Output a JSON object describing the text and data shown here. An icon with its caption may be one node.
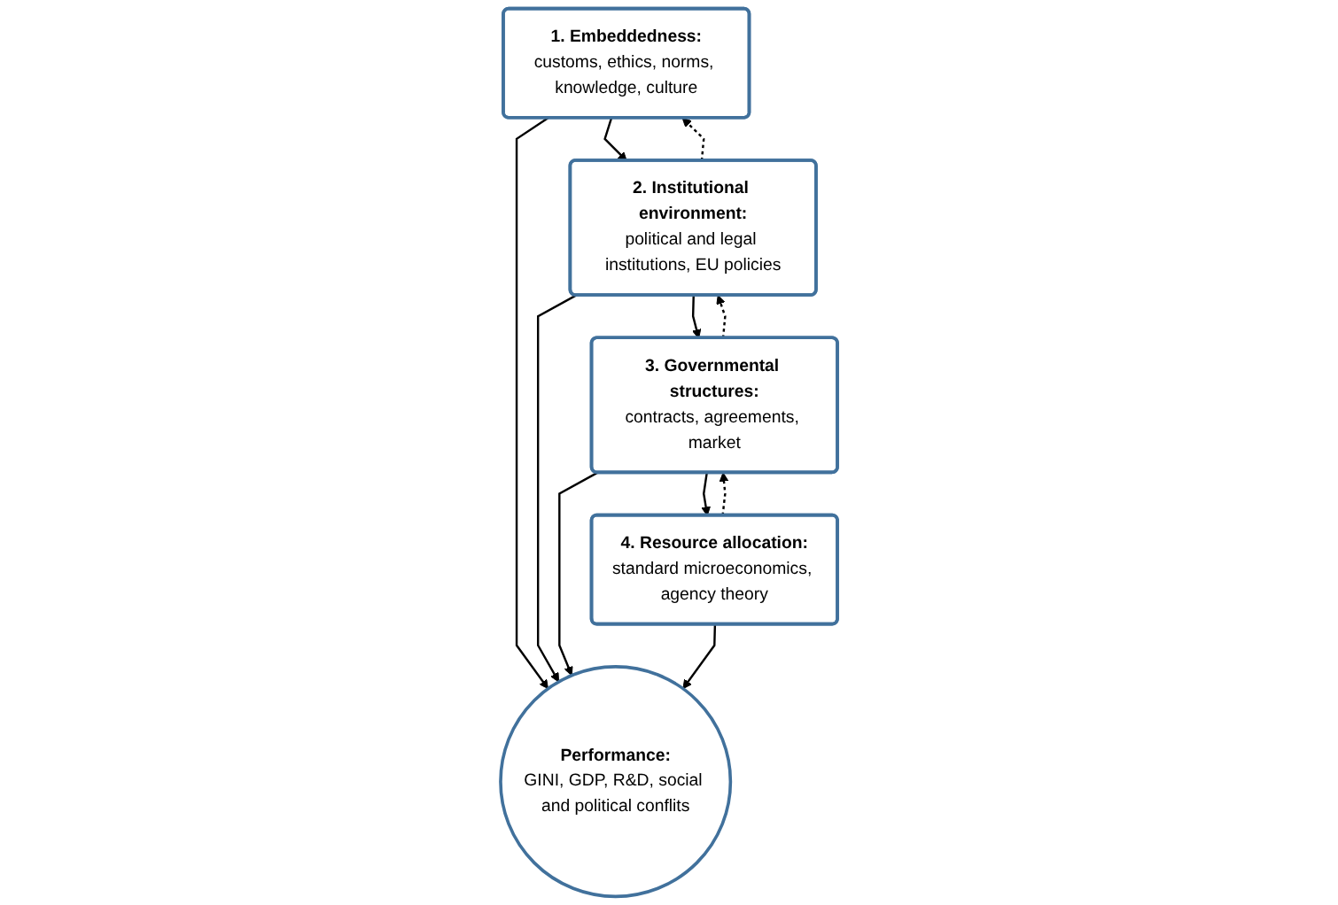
{
  "diagram": {
    "nodes": [
      {
        "text": [
          "1. Embeddedness:",
          "customs, ethics, norms, knowledge, culture"
        ]
      },
      {
        "text": [
          "2. Institutional environment:",
          "political and legal institutions, EU policies"
        ]
      },
      {
        "text": [
          "3. Governmental structures:",
          "contracts, agreements, market"
        ]
      },
      {
        "text": [
          "4. Resource allocation:",
          "standard microeconomics, agency theory"
        ]
      },
      {
        "text": [
          "Performance:",
          "GINI, GDP, R&D, social and political conflits"
        ]
      }
    ],
    "edges": [
      {
        "from": 0,
        "to": 1,
        "arrow": "to"
      },
      {
        "from": 1,
        "to": 0,
        "arrow": "to",
        "style": "dashed"
      },
      {
        "from": 1,
        "to": 2,
        "arrow": "to"
      },
      {
        "from": 2,
        "to": 1,
        "arrow": "to",
        "style": "dashed"
      },
      {
        "from": 2,
        "to": 3,
        "arrow": "to"
      },
      {
        "from": 3,
        "to": 2,
        "arrow": "to",
        "style": "dashed"
      },
      {
        "from": 0,
        "to": 4,
        "arrow": "to"
      },
      {
        "from": 1,
        "to": 4,
        "arrow": "to"
      },
      {
        "from": 2,
        "to": 4,
        "arrow": "to"
      },
      {
        "from": 3,
        "to": 4,
        "arrow": "to"
      }
    ]
  }
}
